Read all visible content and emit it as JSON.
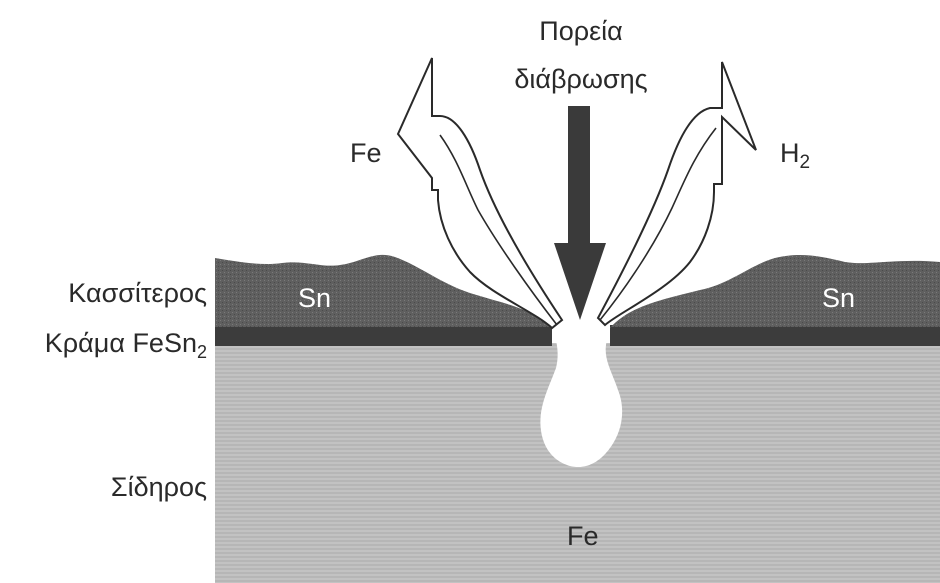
{
  "diagram": {
    "corrosion_path_label_line1": "Πορεία",
    "corrosion_path_label_line2": "διάβρωσης",
    "fe_flow_label": "Fe",
    "h2_flow_label_base": "H",
    "h2_flow_label_subscript": "2",
    "tin_layer_left_label": "Sn",
    "tin_layer_right_label": "Sn",
    "iron_base_label": "Fe"
  },
  "legend": {
    "tin_label": "Κασσίτερος",
    "alloy_label_base": "Κράμα FeSn",
    "alloy_label_subscript": "2",
    "iron_label": "Σίδηρος"
  },
  "colors": {
    "background": "#ffffff",
    "iron_fill": "#bdbdbd",
    "tin_fill": "#5e5e5e",
    "alloy_fill": "#3c3c3c",
    "arrow_fill": "#3a3a3a",
    "outline": "#2a2a2a"
  }
}
